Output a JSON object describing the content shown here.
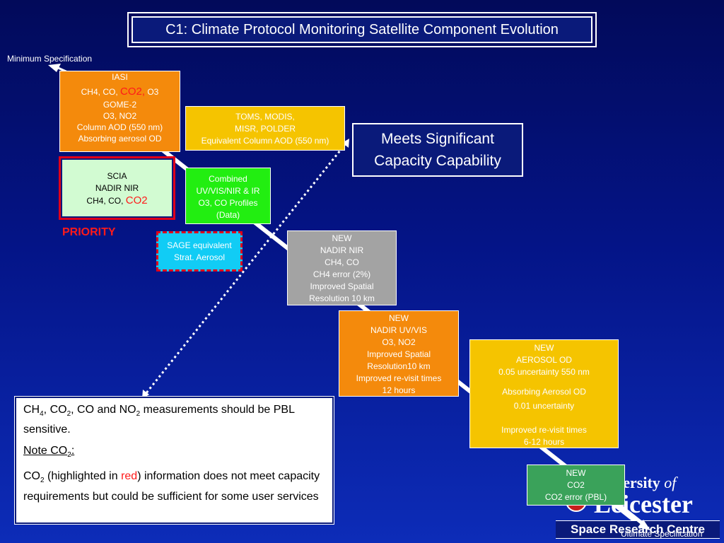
{
  "title": "C1: Climate Protocol Monitoring Satellite Component Evolution",
  "min_spec": "Minimum Specification",
  "ultimate_spec": "Ultimate Specification",
  "meets_line1": "Meets Significant",
  "meets_line2": "Capacity Capability",
  "priority": "PRIORITY",
  "iasi": {
    "l1": "IASI",
    "l2a": "CH4, CO, ",
    "l2b": "CO2",
    "l2c": ",",
    "l2d": "  O3",
    "l3": "GOME-2",
    "l4": "O3, NO2",
    "l5": "Column AOD (550 nm)",
    "l6": "Absorbing aerosol OD"
  },
  "toms": {
    "l1": "TOMS, MODIS,",
    "l2": "MISR, POLDER",
    "l3": "Equivalent Column AOD (550 nm)"
  },
  "scia": {
    "l1": "SCIA",
    "l2": "NADIR NIR",
    "l3a": "CH4, CO, ",
    "l3b": "CO2"
  },
  "combined": {
    "l1": "Combined",
    "l2": "UV/VIS/NIR & IR",
    "l3": "O3, CO Profiles",
    "l4": "(Data)"
  },
  "sage": {
    "l1": "SAGE equivalent",
    "l2": "Strat. Aerosol"
  },
  "nir": {
    "l1": "NEW",
    "l2": "NADIR NIR",
    "l3": "CH4, CO",
    "l4": "CH4 error (2%)",
    "l5": "Improved Spatial",
    "l6": "Resolution 10 km"
  },
  "uvvis": {
    "l1": "NEW",
    "l2": "NADIR UV/VIS",
    "l3": "O3, NO2",
    "l4": "Improved Spatial",
    "l5": "Resolution10 km",
    "l6": "Improved re-visit times",
    "l7": "12 hours"
  },
  "aerosol": {
    "l1": "NEW",
    "l2": "AEROSOL OD",
    "l3": "0.05 uncertainty 550 nm",
    "l4": "Absorbing Aerosol  OD",
    "l5": "0.01 uncertainty",
    "l6": "Improved re-visit times",
    "l7": "6-12 hours"
  },
  "co2new": {
    "l1": "NEW",
    "l2": "CO2",
    "l3": "CO2 error (PBL)"
  },
  "note": {
    "p1a": "CH",
    "p1b": "4",
    "p1c": ", CO",
    "p1d": "2",
    "p1e": ", CO and NO",
    "p1f": "2",
    "p1g": " measurements should be PBL sensitive.",
    "p2a": "Note CO",
    "p2b": "2",
    "p2c": ":",
    "p3a": "CO",
    "p3b": "2",
    "p3c": " (highlighted in ",
    "p3d": "red",
    "p3e": ") information does not meet capacity requirements but could be sufficient for some user services"
  },
  "logo": {
    "l1a": "University ",
    "l1b": "of",
    "l2": "Leicester",
    "l3": "Space Research Centre"
  },
  "colors": {
    "accent_red": "#ff1a1a",
    "background": "#041487"
  }
}
